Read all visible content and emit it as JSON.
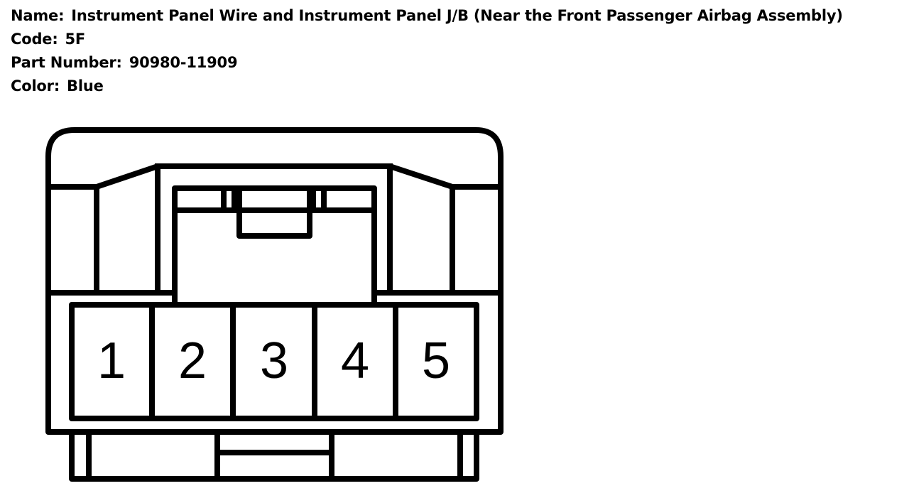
{
  "info": {
    "name_label": "Name:",
    "name_value": "Instrument Panel Wire and Instrument Panel J/B (Near the Front Passenger Airbag Assembly)",
    "code_label": "Code:",
    "code_value": "5F",
    "part_label": "Part Number:",
    "part_value": "90980-11909",
    "color_label": "Color:",
    "color_value": "Blue"
  },
  "connector": {
    "pins": [
      "1",
      "2",
      "3",
      "4",
      "5"
    ],
    "stroke_color": "#000000",
    "fill_color": "#ffffff"
  }
}
